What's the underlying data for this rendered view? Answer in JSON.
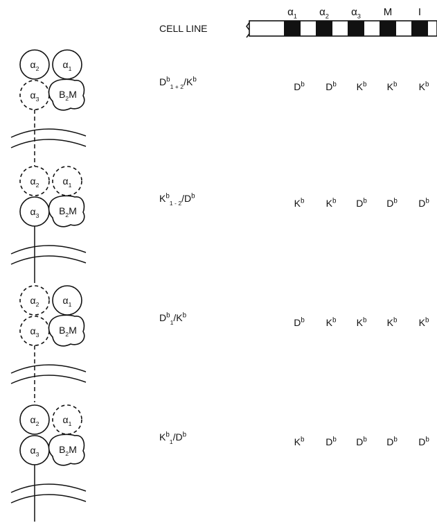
{
  "header": {
    "cell_line_label": "CELL LINE",
    "domain_labels": [
      {
        "base": "α",
        "sub": "1"
      },
      {
        "base": "α",
        "sub": "2"
      },
      {
        "base": "α",
        "sub": "3"
      },
      {
        "base": "M",
        "sub": ""
      },
      {
        "base": "I",
        "sub": ""
      }
    ]
  },
  "rows": [
    {
      "cell_line": {
        "base": "D",
        "sup": "b",
        "sub": "1 + 2",
        "suffix": "/K",
        "suffix_sup": "b"
      },
      "dashed_domains": [
        "α3"
      ],
      "origins": [
        {
          "base": "D",
          "sup": "b"
        },
        {
          "base": "D",
          "sup": "b"
        },
        {
          "base": "K",
          "sup": "b"
        },
        {
          "base": "K",
          "sup": "b"
        },
        {
          "base": "K",
          "sup": "b"
        }
      ]
    },
    {
      "cell_line": {
        "base": "K",
        "sup": "b",
        "sub": "1 - 2",
        "suffix": "/D",
        "suffix_sup": "b"
      },
      "dashed_domains": [
        "α1",
        "α2"
      ],
      "origins": [
        {
          "base": "K",
          "sup": "b"
        },
        {
          "base": "K",
          "sup": "b"
        },
        {
          "base": "D",
          "sup": "b"
        },
        {
          "base": "D",
          "sup": "b"
        },
        {
          "base": "D",
          "sup": "b"
        }
      ]
    },
    {
      "cell_line": {
        "base": "D",
        "sup": "b",
        "sub": "1",
        "suffix": "/K",
        "suffix_sup": "b"
      },
      "dashed_domains": [
        "α2",
        "α3"
      ],
      "origins": [
        {
          "base": "D",
          "sup": "b"
        },
        {
          "base": "K",
          "sup": "b"
        },
        {
          "base": "K",
          "sup": "b"
        },
        {
          "base": "K",
          "sup": "b"
        },
        {
          "base": "K",
          "sup": "b"
        }
      ]
    },
    {
      "cell_line": {
        "base": "K",
        "sup": "b",
        "sub": "1",
        "suffix": "/D",
        "suffix_sup": "b"
      },
      "dashed_domains": [
        "α1"
      ],
      "origins": [
        {
          "base": "K",
          "sup": "b"
        },
        {
          "base": "D",
          "sup": "b"
        },
        {
          "base": "D",
          "sup": "b"
        },
        {
          "base": "D",
          "sup": "b"
        },
        {
          "base": "D",
          "sup": "b"
        }
      ]
    }
  ],
  "molecule_labels": {
    "alpha1": {
      "base": "α",
      "sub": "1"
    },
    "alpha2": {
      "base": "α",
      "sub": "2"
    },
    "alpha3": {
      "base": "α",
      "sub": "3"
    },
    "b2m": {
      "base": "B",
      "sub": "2",
      "suffix": "M"
    }
  }
}
